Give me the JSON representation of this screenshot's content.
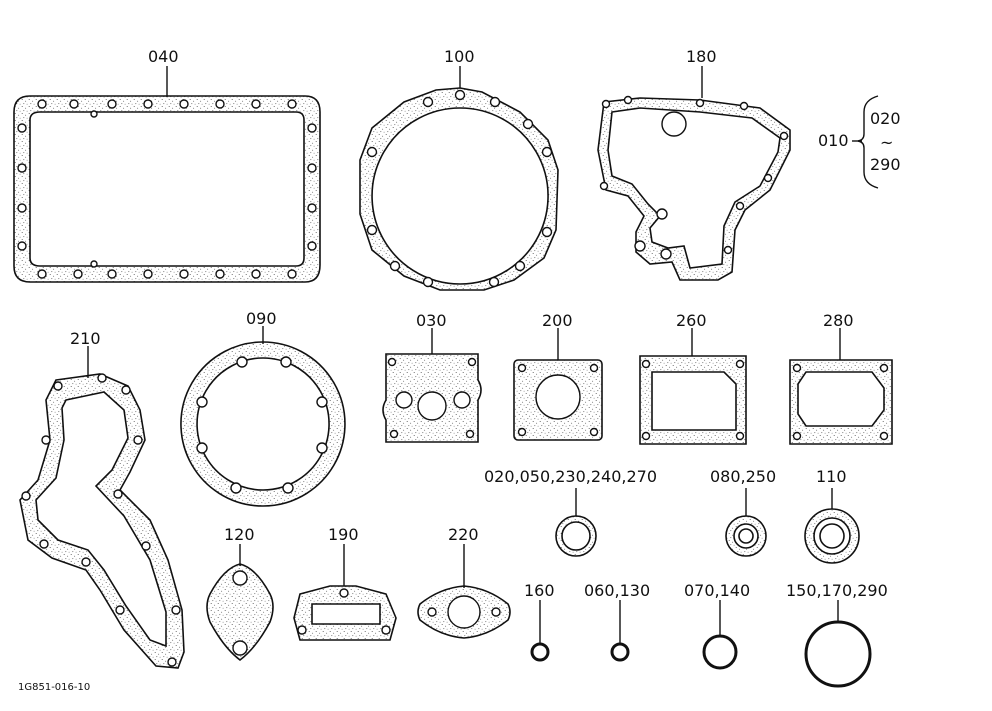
{
  "diagram": {
    "footer_code": "1G851-016-10",
    "legend": {
      "main": "010",
      "top": "020",
      "tilde": "~",
      "bottom": "290"
    },
    "labels": {
      "p040": "040",
      "p100": "100",
      "p180": "180",
      "p210": "210",
      "p090": "090",
      "p030": "030",
      "p200": "200",
      "p260": "260",
      "p280": "280",
      "p020grp": "020,050,230,240,270",
      "p080grp": "080,250",
      "p110": "110",
      "p120": "120",
      "p190": "190",
      "p220": "220",
      "p160": "160",
      "p060grp": "060,130",
      "p070grp": "070,140",
      "p150grp": "150,170,290"
    }
  }
}
